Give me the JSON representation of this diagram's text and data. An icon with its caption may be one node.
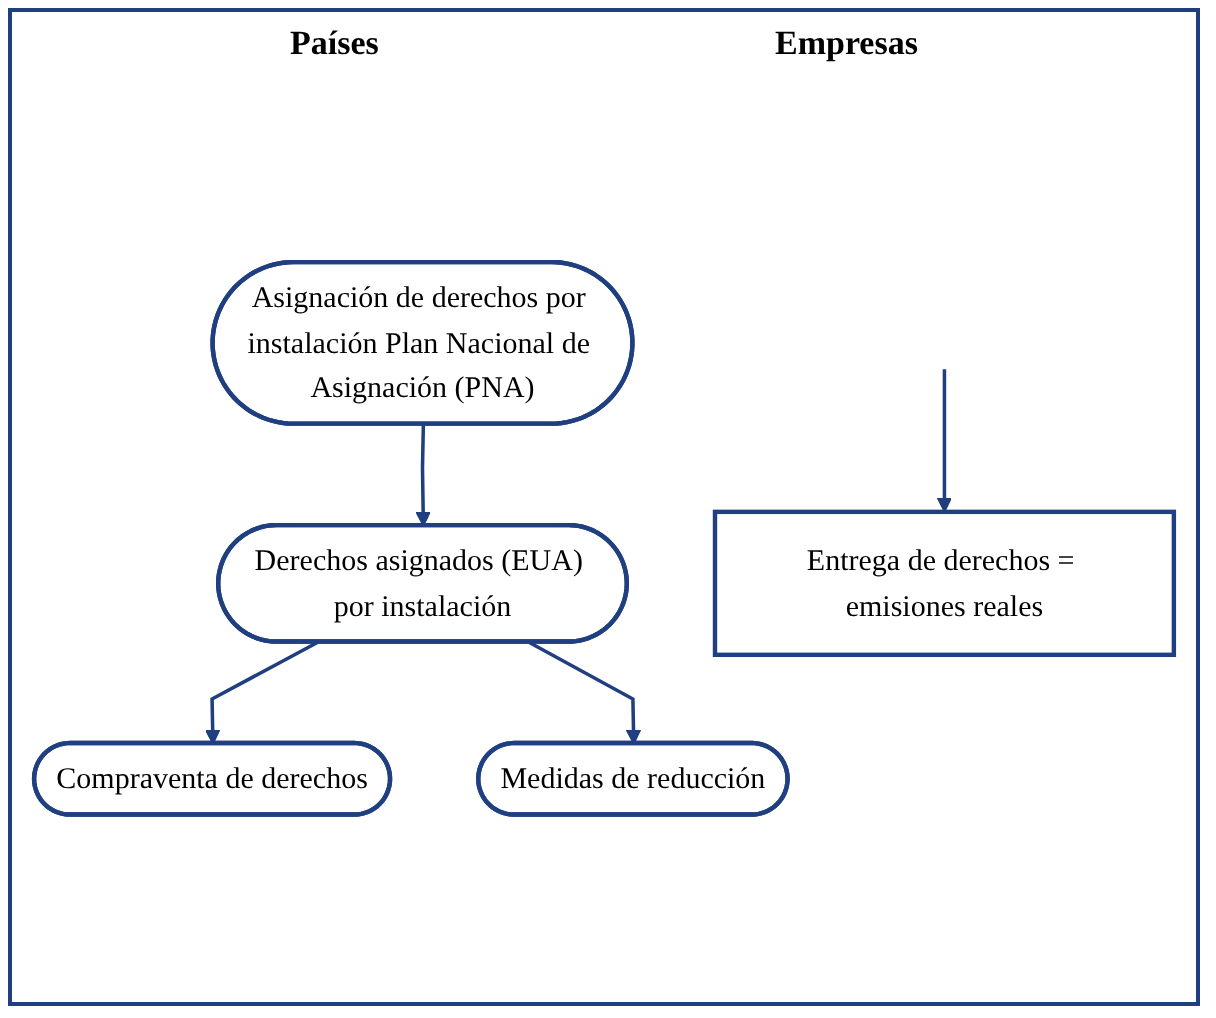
{
  "diagram": {
    "nodes": [
      {
        "text": [
          "Asignación de derechos por instalación Plan Nacional de Asignación (PNA)"
        ]
      },
      {
        "text": [
          "Derechos asignados (EUA) por instalación"
        ]
      },
      {
        "text": [
          "Compraventa de derechos"
        ]
      },
      {
        "text": [
          "Medidas de reducción"
        ]
      },
      {
        "text": [
          "Entrega de derechos = emisiones reales"
        ]
      }
    ],
    "edges": [
      {
        "from": 0,
        "to": 1,
        "arrow": "to"
      },
      {
        "from": 1,
        "to": 2,
        "arrow": "to"
      },
      {
        "from": 1,
        "to": 3,
        "arrow": "to"
      },
      {
        "from": null,
        "to": 4,
        "arrow": "to"
      }
    ],
    "labels": [
      "Países",
      "Empresas"
    ]
  }
}
